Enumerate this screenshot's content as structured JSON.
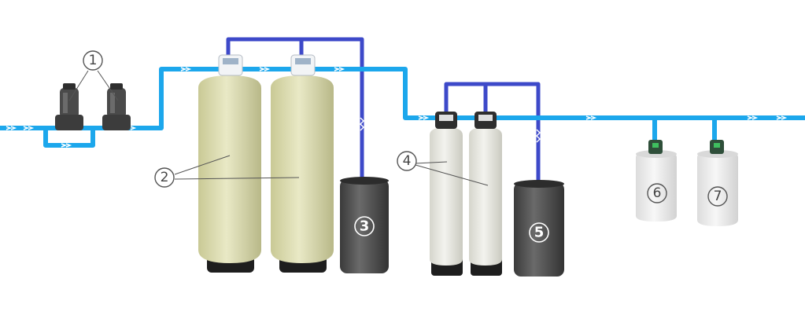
{
  "colors": {
    "water_line": "#1ca7ec",
    "drain_line": "#3d49c9",
    "flow_arrow": "#ffffff",
    "fiberglass_tank": "#dcdcaa",
    "softener_tank": "#e6e6df",
    "brine_tank": "#4a4a4a",
    "dosing_tank": "#eaeaea",
    "filter_housing": "#4a4a4a",
    "callout_stroke": "#555555",
    "badge_fill": "#ffffff"
  },
  "labels": {
    "filters": "1",
    "iron_filters": "2",
    "filter_brine_tank": "3",
    "softeners": "4",
    "softener_brine_tank": "5",
    "dosing_tank_a": "6",
    "dosing_tank_b": "7"
  },
  "icons": {
    "control_valve": "control-valve-icon",
    "dosing_pump": "dosing-pump-icon",
    "flow_arrow": "flow-arrow-icon"
  }
}
